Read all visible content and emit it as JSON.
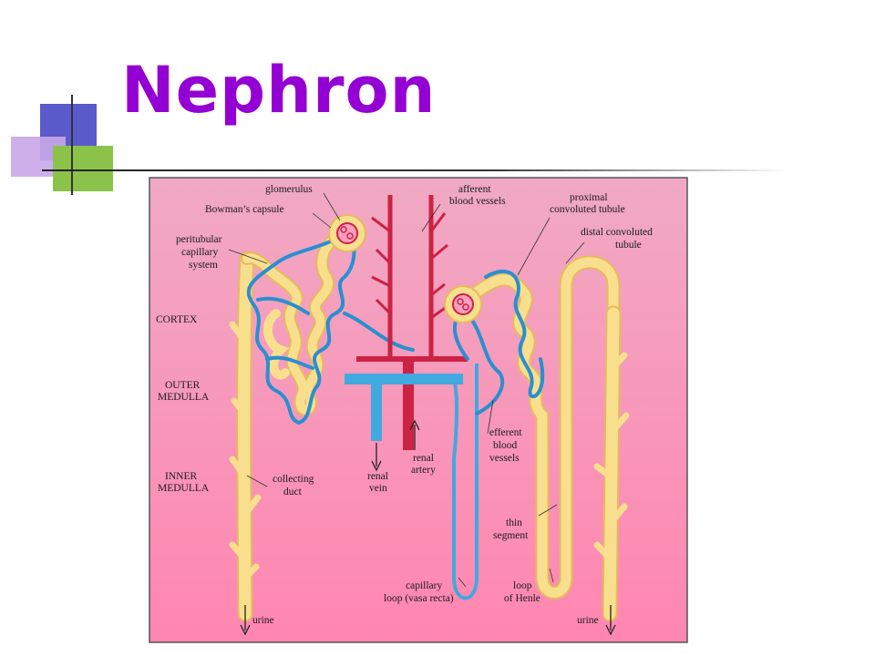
{
  "slide": {
    "title": "Nephron",
    "accent_color": "#9400d3"
  },
  "diagram": {
    "background_colors": [
      "#f0a9c3",
      "#ff86b0"
    ],
    "colors": {
      "tubule": "#f7df8e",
      "artery": "#cc2244",
      "vein": "#3fa9e0"
    },
    "labels": {
      "glomerulus": "glomerulus",
      "bowmans_capsule": "Bowman’s capsule",
      "peritubular_1": "peritubular",
      "peritubular_2": "capillary",
      "peritubular_3": "system",
      "cortex": "CORTEX",
      "outer_medulla_1": "OUTER",
      "outer_medulla_2": "MEDULLA",
      "inner_medulla_1": "INNER",
      "inner_medulla_2": "MEDULLA",
      "afferent_1": "afferent",
      "afferent_2": "blood vessels",
      "proximal_1": "proximal",
      "proximal_2": "convoluted tubule",
      "distal_1": "distal convoluted",
      "distal_2": "tubule",
      "collecting_1": "collecting",
      "collecting_2": "duct",
      "renal_vein_1": "renal",
      "renal_vein_2": "vein",
      "renal_artery_1": "renal",
      "renal_artery_2": "artery",
      "efferent_1": "efferent",
      "efferent_2": "blood",
      "efferent_3": "vessels",
      "thin_1": "thin",
      "thin_2": "segment",
      "capillary_loop_1": "capillary",
      "capillary_loop_2": "loop (vasa recta)",
      "loop_henle_1": "loop",
      "loop_henle_2": "of Henle",
      "urine_left": "urine",
      "urine_right": "urine"
    }
  }
}
